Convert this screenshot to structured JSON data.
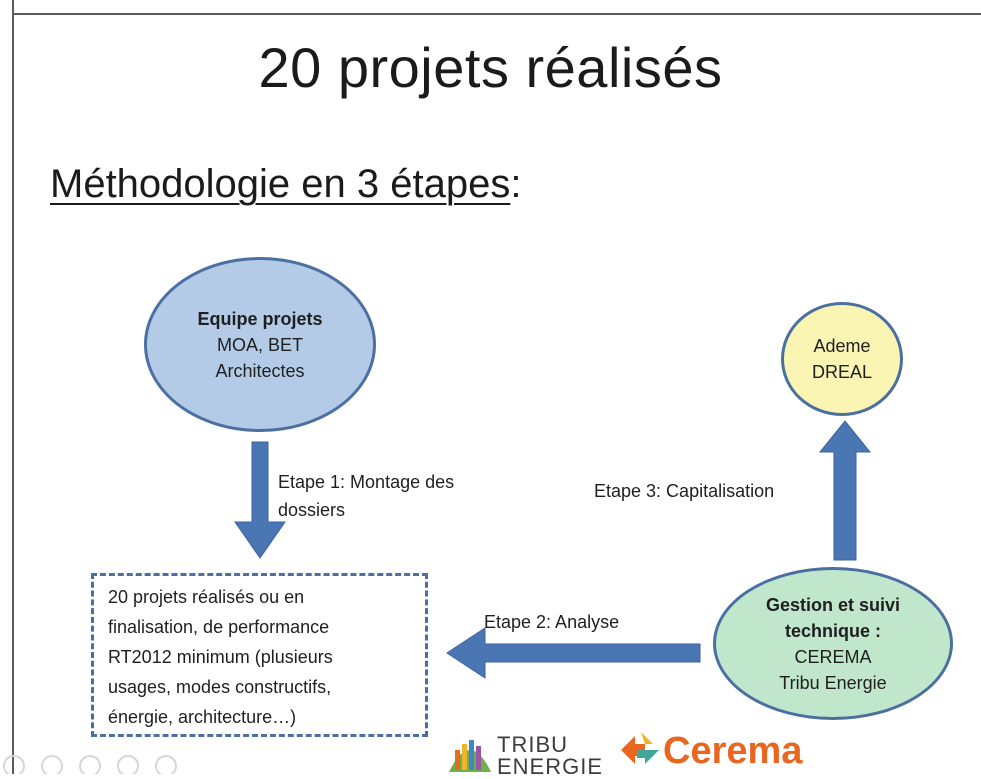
{
  "title": "20 projets réalisés",
  "subtitle": "Méthodologie en 3 étapes",
  "subtitle_suffix": ":",
  "nodes": {
    "equipe": {
      "line1": "Equipe projets",
      "line2": "MOA, BET",
      "line3": "Architectes"
    },
    "ademe": {
      "line1": "Ademe",
      "line2": "DREAL"
    },
    "gestion": {
      "line1": "Gestion et suivi",
      "line2": "technique :",
      "line3": "CEREMA",
      "line4": "Tribu Energie"
    },
    "projets": {
      "lines": [
        "20 projets réalisés ou en",
        "finalisation, de performance",
        "RT2012 minimum (plusieurs",
        "usages, modes constructifs,",
        "énergie, architecture…)"
      ]
    }
  },
  "edges": {
    "etape1": {
      "line1": "Etape 1: Montage des",
      "line2": "dossiers"
    },
    "etape2": "Etape 2: Analyse",
    "etape3": "Etape 3: Capitalisation"
  },
  "logos": {
    "tribu_line1": "TRIBU",
    "tribu_line2": "ENERGIE",
    "cerema": "Cerema"
  },
  "colors": {
    "equipe_fill": "#b4cbe8",
    "ademe_fill": "#fbf5b4",
    "gestion_fill": "#c0e6cc",
    "arrow": "#4a76b4",
    "cerema_orange": "#e8661f"
  }
}
